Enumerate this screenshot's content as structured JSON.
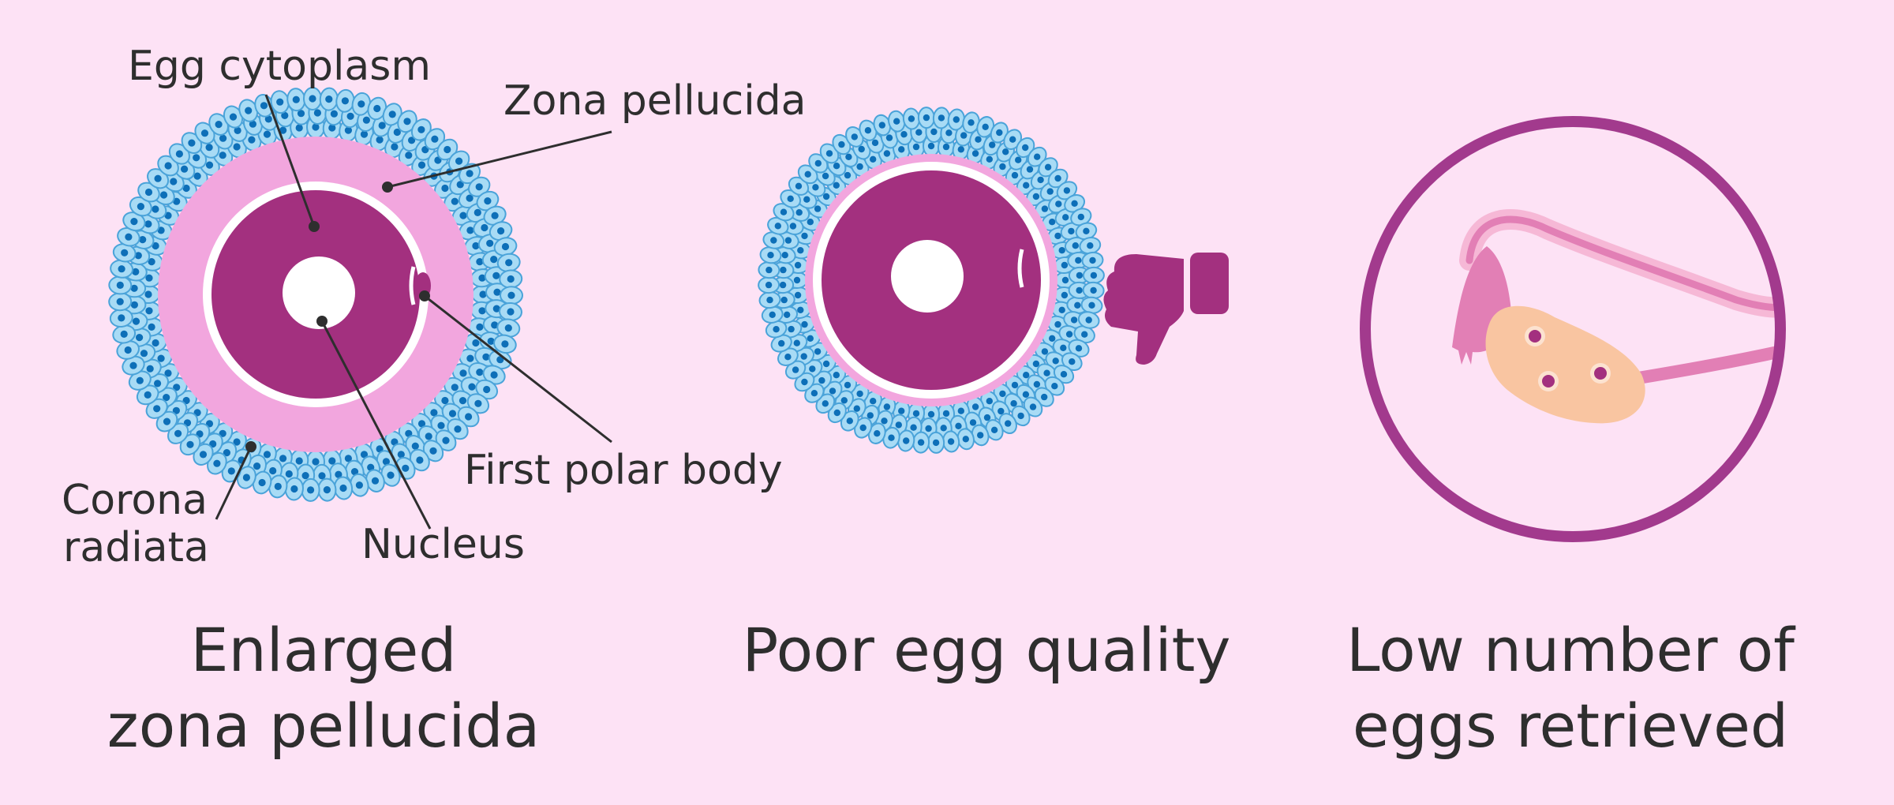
{
  "colors": {
    "background": "#fde2f5",
    "cytoplasm": "#a3307f",
    "zona": "#f2a6de",
    "corona_fill": "#a8dbf5",
    "corona_outline": "#4aa3d9",
    "corona_nucleus": "#0d6fb8",
    "ring": "#a23a8d",
    "ovary": "#f9c5a1",
    "tube": "#e27fb5",
    "text": "#2e2e2e"
  },
  "panels": {
    "enlarged": {
      "labels": {
        "egg_cytoplasm": "Egg cytoplasm",
        "zona_pellucida": "Zona pellucida",
        "first_polar_body": "First polar body",
        "corona_line1": "Corona",
        "corona_line2": "radiata",
        "nucleus": "Nucleus"
      },
      "caption_line1": "Enlarged",
      "caption_line2": "zona pellucida"
    },
    "poor_quality": {
      "icon": "thumbs-down-icon",
      "caption": "Poor egg quality"
    },
    "low_number": {
      "icon": "ovary-icon",
      "caption_line1": "Low number of",
      "caption_line2": "eggs retrieved"
    }
  }
}
